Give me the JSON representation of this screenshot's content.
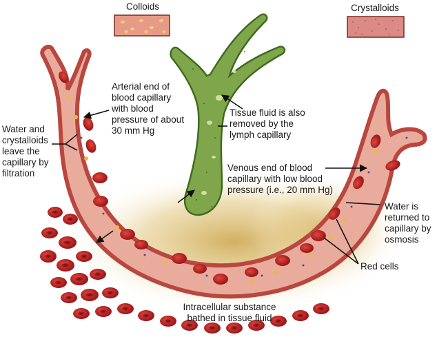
{
  "labels": {
    "colloids": "Colloids",
    "crystalloids": "Crystalloids",
    "arterial_end": "Arterial end of\nblood capillary\nwith blood\npressure of about\n30 mm Hg",
    "water_leave": "Water and\ncrystalloids\nleave the\ncapillary by\nfiltration",
    "tissue_fluid_lymph": "Tissue fluid is also\nremoved by the\nlymph capillary",
    "venous_end": "Venous end of blood\ncapillary with low blood\npressure (i.e., 20 mm Hg)",
    "water_returned": "Water is\nreturned to\ncapillary by\nosmosis",
    "red_cells": "Red cells",
    "intracellular": "Intracellular substance\nbathed in tissue fluid"
  },
  "colors": {
    "vessel_wall": "#b9473f",
    "vessel_fill": "#e7a89a",
    "lymph_fill": "#7fa64a",
    "lymph_wall": "#3f6a22",
    "red_cell": "#a81d22",
    "tissue_glow": "#d9b760",
    "colloid_box": "#e79a87",
    "crystalloid_box": "#dc8a86"
  }
}
